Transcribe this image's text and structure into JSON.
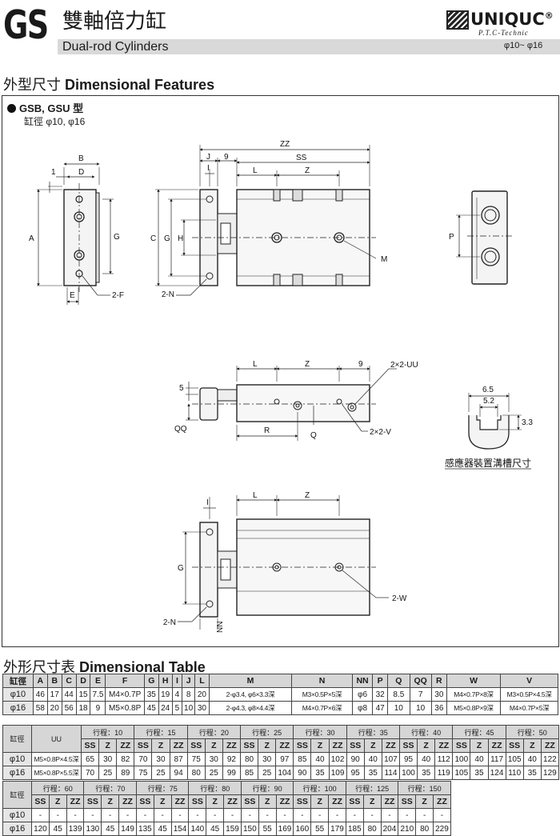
{
  "header": {
    "series": "GS",
    "title_zh": "雙軸倍力缸",
    "title_en": "Dual-rod Cylinders",
    "brand": "UNIQUC",
    "brand_mark": "®",
    "brand_sub": "P.T.C-Technic",
    "bore_range": "φ10~ φ16"
  },
  "features": {
    "heading_zh": "外型尺寸",
    "heading_en": "Dimensional Features",
    "model": "GSB, GSU 型",
    "bore_note": "缸徑 φ10, φ16",
    "labels": {
      "B": "B",
      "D": "D",
      "one": "1",
      "A": "A",
      "G": "G",
      "E": "E",
      "F2": "2-F",
      "ZZ": "ZZ",
      "J": "J",
      "nine": "9",
      "SS": "SS",
      "I": "I",
      "L": "L",
      "Z": "Z",
      "C": "C",
      "H": "H",
      "M": "M",
      "N2": "2-N",
      "P": "P",
      "five": "5",
      "QQ": "QQ",
      "R": "R",
      "Q": "Q",
      "UU": "2×2-UU",
      "V": "2×2-V",
      "d65": "6.5",
      "d52": "5.2",
      "d33": "3.3",
      "groove": "感應器裝置溝槽尺寸",
      "W2": "2-W",
      "NN": "NN"
    }
  },
  "table": {
    "heading_zh": "外形尺寸表",
    "heading_en": "Dimensional Table",
    "t1_headers": [
      "缸徑",
      "A",
      "B",
      "C",
      "D",
      "E",
      "F",
      "G",
      "H",
      "I",
      "J",
      "L",
      "M",
      "N",
      "NN",
      "P",
      "Q",
      "QQ",
      "R",
      "W",
      "V"
    ],
    "t1_rows": [
      [
        "φ10",
        "46",
        "17",
        "44",
        "15",
        "7.5",
        "M4×0.7P",
        "35",
        "19",
        "4",
        "8",
        "20",
        "2-φ3.4, φ6×3.3深",
        "M3×0.5P×5深",
        "φ6",
        "32",
        "8.5",
        "7",
        "30",
        "M4×0.7P×8深",
        "M3×0.5P×4.5深"
      ],
      [
        "φ16",
        "58",
        "20",
        "56",
        "18",
        "9",
        "M5×0.8P",
        "45",
        "24",
        "5",
        "10",
        "30",
        "2-φ4.3, φ8×4.4深",
        "M4×0.7P×6深",
        "φ8",
        "47",
        "10",
        "10",
        "36",
        "M5×0.8P×9深",
        "M4×0.7P×5深"
      ]
    ],
    "t2_bore": "缸徑",
    "t2_uu": "UU",
    "t2_strokes": [
      "行程：10",
      "行程：15",
      "行程：20",
      "行程：25",
      "行程：30",
      "行程：35",
      "行程：40",
      "行程：45",
      "行程：50"
    ],
    "t2_sub": [
      "SS",
      "Z",
      "ZZ"
    ],
    "t2_rows": [
      [
        "φ10",
        "M5×0.8P×4.5深",
        "65",
        "30",
        "82",
        "70",
        "30",
        "87",
        "75",
        "30",
        "92",
        "80",
        "30",
        "97",
        "85",
        "40",
        "102",
        "90",
        "40",
        "107",
        "95",
        "40",
        "112",
        "100",
        "40",
        "117",
        "105",
        "40",
        "122"
      ],
      [
        "φ16",
        "M5×0.8P×5.5深",
        "70",
        "25",
        "89",
        "75",
        "25",
        "94",
        "80",
        "25",
        "99",
        "85",
        "25",
        "104",
        "90",
        "35",
        "109",
        "95",
        "35",
        "114",
        "100",
        "35",
        "119",
        "105",
        "35",
        "124",
        "110",
        "35",
        "129"
      ]
    ],
    "t3_bore": "缸徑",
    "t3_strokes": [
      "行程：60",
      "行程：70",
      "行程：75",
      "行程：80",
      "行程：90",
      "行程：100",
      "行程：125",
      "行程：150"
    ],
    "t3_sub": [
      "SS",
      "Z",
      "ZZ"
    ],
    "t3_rows": [
      [
        "φ10",
        "-",
        "-",
        "-",
        "-",
        "-",
        "-",
        "-",
        "-",
        "-",
        "-",
        "-",
        "-",
        "-",
        "-",
        "-",
        "-",
        "-",
        "-",
        "-",
        "-",
        "-",
        "-",
        "-",
        "-"
      ],
      [
        "φ16",
        "120",
        "45",
        "139",
        "130",
        "45",
        "149",
        "135",
        "45",
        "154",
        "140",
        "45",
        "159",
        "150",
        "55",
        "169",
        "160",
        "55",
        "179",
        "185",
        "80",
        "204",
        "210",
        "80",
        "229"
      ]
    ]
  }
}
